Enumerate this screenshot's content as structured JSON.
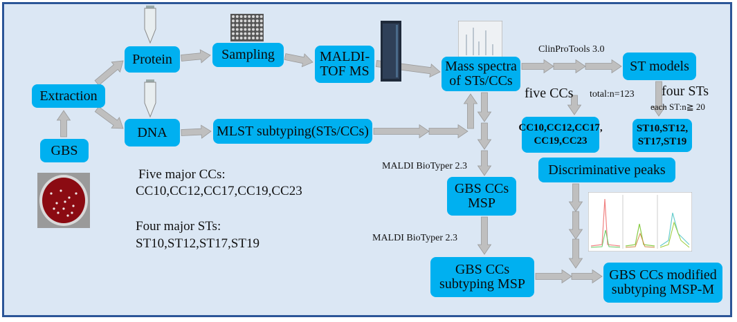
{
  "boxes": {
    "extraction": "Extraction",
    "gbs": "GBS",
    "protein": "Protein",
    "dna": "DNA",
    "sampling": "Sampling",
    "maldi_tof": "MALDI-\nTOF MS",
    "mlst": "MLST subtyping(STs/CCs)",
    "mass_spectra": "Mass spectra\nof STs/CCs",
    "st_models": "ST models",
    "cc_list": "CC10,CC12,CC17,\nCC19,CC23",
    "st_list": "ST10,ST12,\nST17,ST19",
    "discriminative": "Discriminative peaks",
    "gbs_ccs_msp": "GBS CCs\nMSP",
    "gbs_ccs_subtyping": "GBS CCs\nsubtyping MSP",
    "gbs_ccs_modified": "GBS CCs modified\nsubtyping MSP-M"
  },
  "labels": {
    "clinprotools": "ClinProTools 3.0",
    "five_ccs": "five CCs",
    "total": "total:n=123",
    "four_sts": "four STs",
    "each_st": "each ST:n≧ 20",
    "biotyper_1": "MALDI BioTyper 2.3",
    "biotyper_2": "MALDI BioTyper 2.3",
    "major_ccs_title": "Five major CCs:",
    "major_ccs_list": "CC10,CC12,CC17,CC19,CC23",
    "major_sts_title": "Four major STs:",
    "major_sts_list": "ST10,ST12,ST17,ST19"
  },
  "colors": {
    "box_fill": "#00b0f0",
    "background": "#dbe7f4",
    "frame_border": "#2b5597",
    "arrow": "#bfbfbf"
  },
  "icons": [
    "tube-icon",
    "tube-icon",
    "plate-icon",
    "instrument-icon",
    "spectra-icon",
    "petri-dish-icon",
    "spectra-chart-icon"
  ]
}
